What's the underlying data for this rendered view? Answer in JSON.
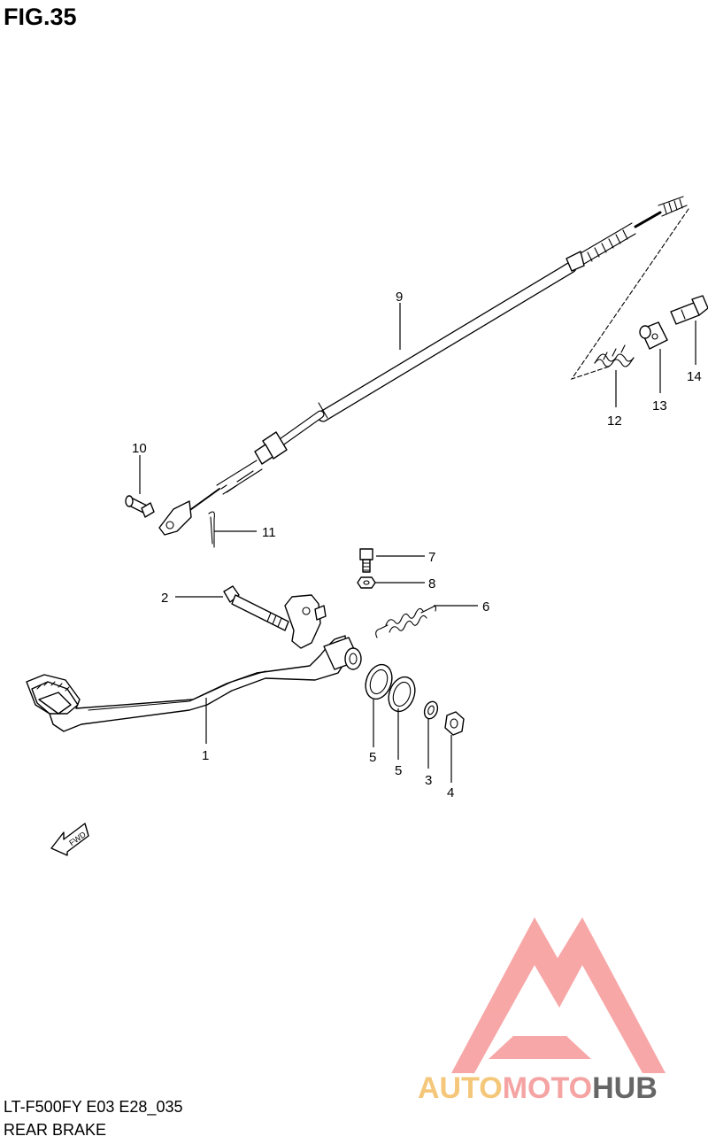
{
  "figure_title": "FIG.35",
  "model_code": "LT-F500FY E03 E28_035",
  "section_title": "REAR BRAKE",
  "callouts": {
    "p1": "1",
    "p2": "2",
    "p3": "3",
    "p4": "4",
    "p5a": "5",
    "p5b": "5",
    "p6": "6",
    "p7": "7",
    "p8": "8",
    "p9": "9",
    "p10": "10",
    "p11": "11",
    "p12": "12",
    "p13": "13",
    "p14": "14"
  },
  "fwd_label": "FWD",
  "watermark": {
    "part1": "AUTO",
    "part2": "MOTO",
    "part3": "HUB",
    "colors": {
      "auto": "#f5c77a",
      "moto": "#f5a3a3",
      "hub": "#666666",
      "logo": "#f58a8a"
    }
  }
}
